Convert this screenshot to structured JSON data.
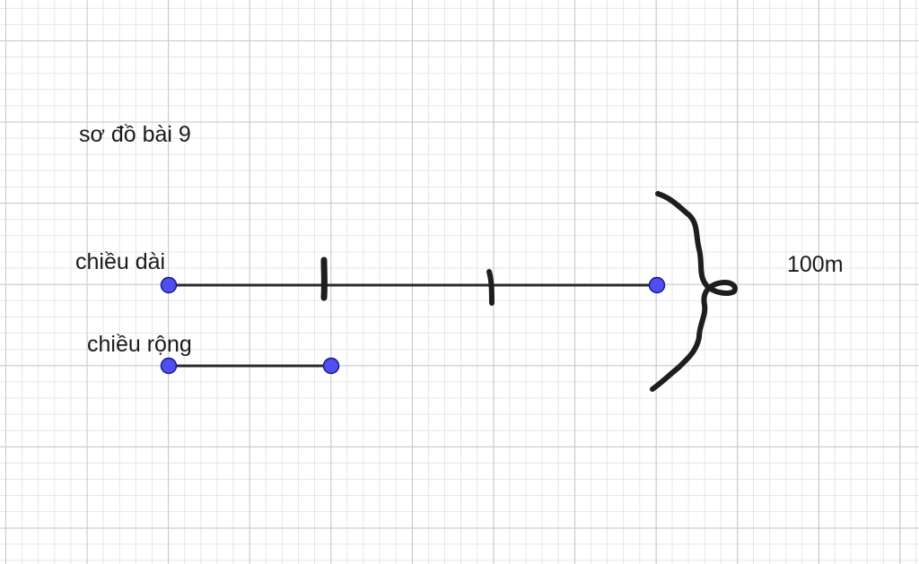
{
  "diagram": {
    "title": "sơ đồ bài 9",
    "segments": [
      {
        "label": "chiều dài",
        "units": 3
      },
      {
        "label": "chiều rộng",
        "units": 1
      }
    ],
    "total_label": "100m",
    "colors": {
      "point_fill": "#4f4ff0",
      "point_stroke": "#1a1a8c",
      "segment": "#2b2b2b",
      "handwriting": "#1e1e1e"
    }
  }
}
